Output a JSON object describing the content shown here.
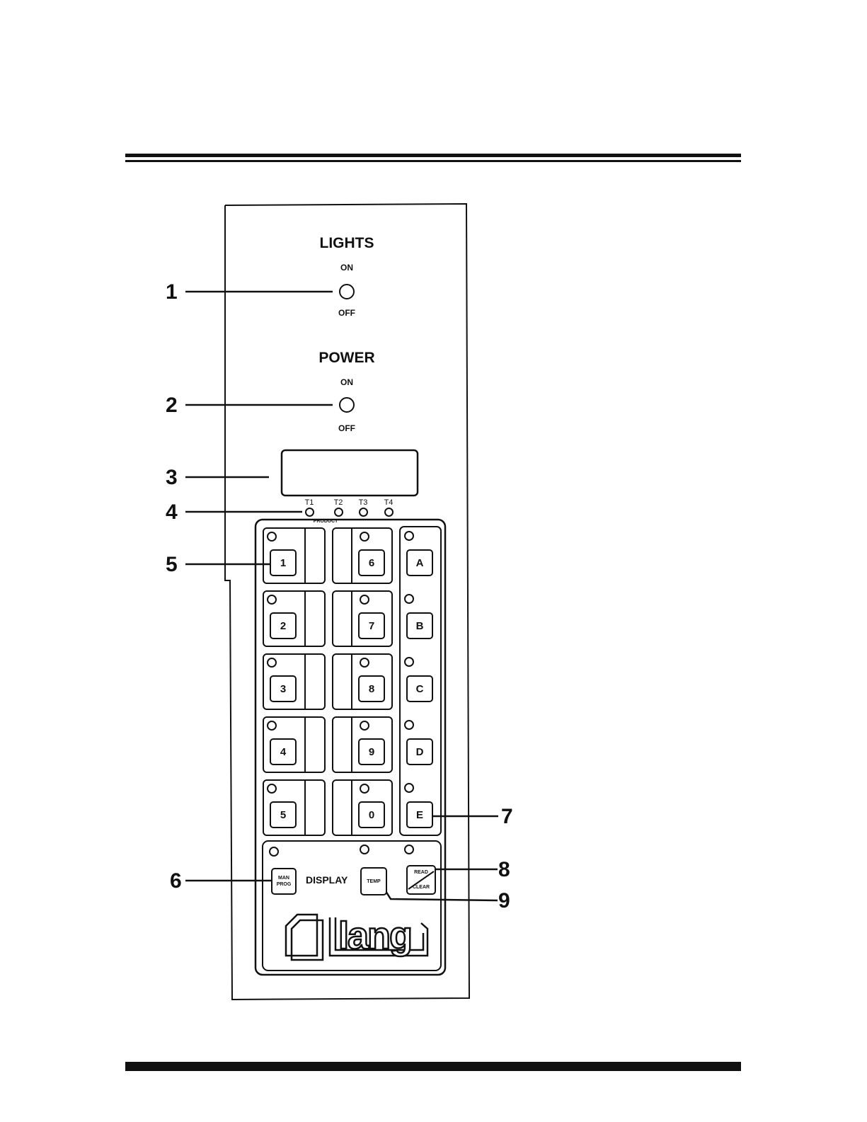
{
  "panel": {
    "lights": {
      "title": "LIGHTS",
      "on": "ON",
      "off": "OFF"
    },
    "power": {
      "title": "POWER",
      "on": "ON",
      "off": "OFF"
    },
    "timer_leds": [
      "T1",
      "T2",
      "T3",
      "T4"
    ],
    "product_label": "PRODUCT",
    "product_keys_left": [
      "1",
      "2",
      "3",
      "4",
      "5"
    ],
    "product_keys_mid": [
      "6",
      "7",
      "8",
      "9",
      "0"
    ],
    "letter_keys": [
      "A",
      "B",
      "C",
      "D",
      "E"
    ],
    "display_label": "DISPLAY",
    "man_prog_key": {
      "line1": "MAN",
      "line2": "PROG"
    },
    "temp_key": "TEMP",
    "read_clear_key": {
      "line1": "READ",
      "line2": "CLEAR"
    },
    "logo": "lang"
  },
  "callouts": [
    "1",
    "2",
    "3",
    "4",
    "5",
    "6",
    "7",
    "8",
    "9"
  ]
}
